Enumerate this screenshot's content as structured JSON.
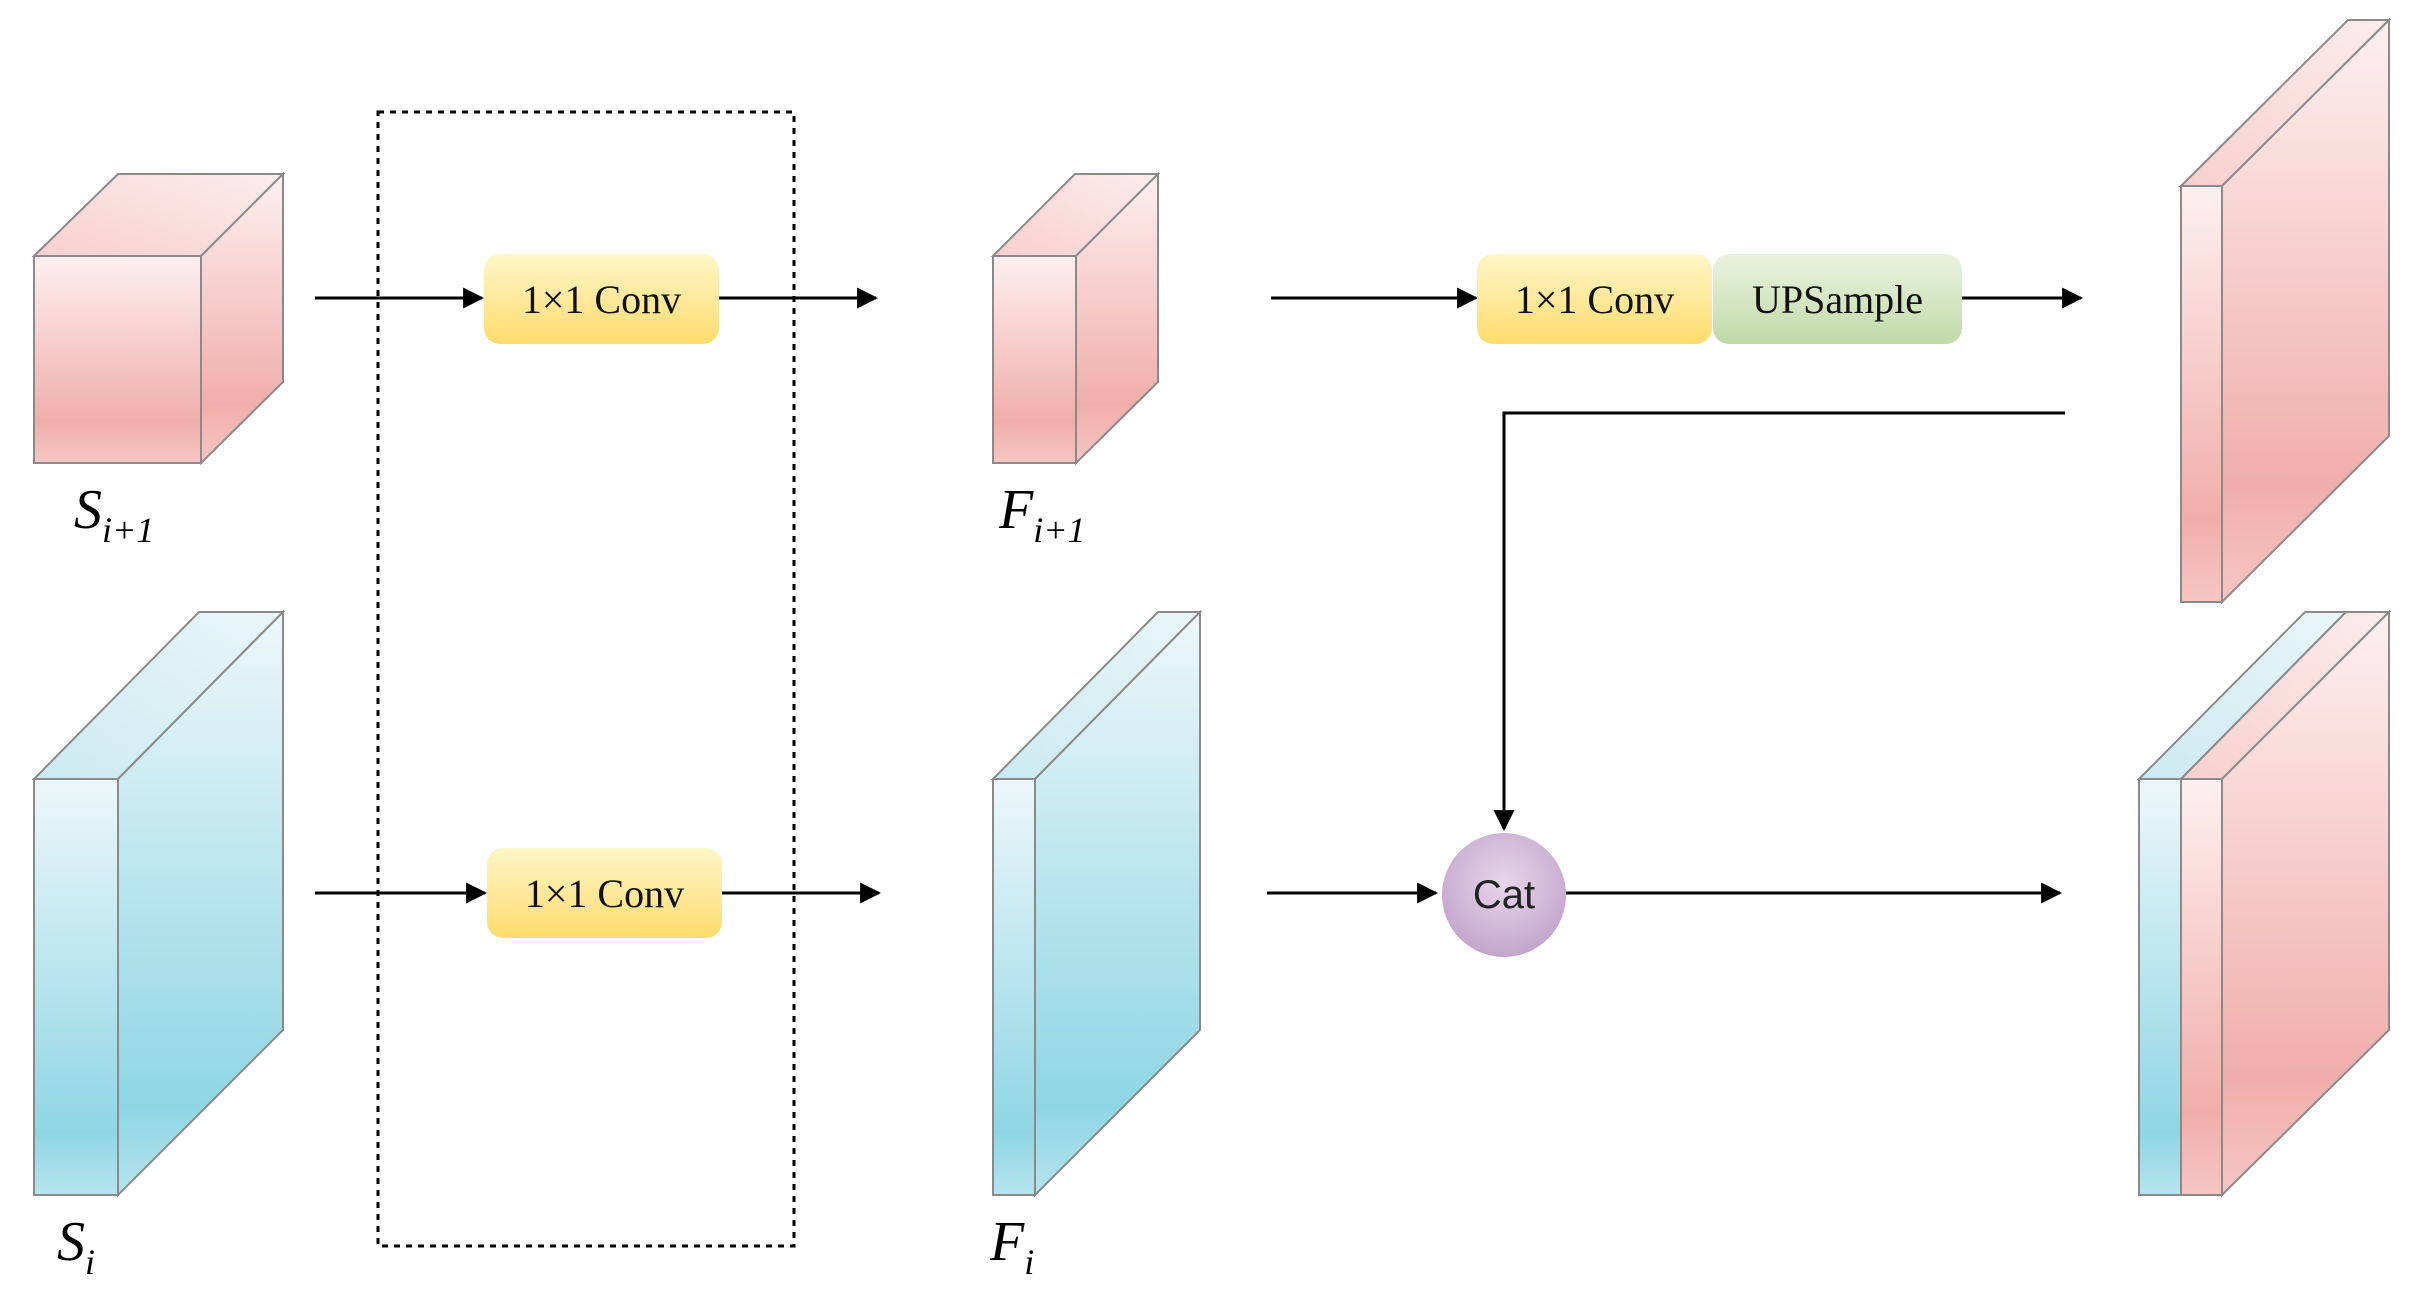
{
  "labels": {
    "s_next": {
      "base": "S",
      "sub": "i+1"
    },
    "s_cur": {
      "base": "S",
      "sub": "i"
    },
    "f_next": {
      "base": "F",
      "sub": "i+1"
    },
    "f_cur": {
      "base": "F",
      "sub": "i"
    }
  },
  "ops": {
    "conv_top": "1×1 Conv",
    "conv_bottom": "1×1 Conv",
    "conv_right": "1×1 Conv",
    "upsample": "UPSample",
    "cat": "Cat"
  },
  "colors": {
    "pink_light": "#fbeaea",
    "pink_dark": "#f0aeaa",
    "blue_light": "#eaf6f9",
    "blue_dark": "#8fd6e4",
    "conv_fill": "#ffe48a",
    "upsample_fill": "#cfe3bb",
    "cat_fill": "#c6a9d0",
    "arrow": "#000000",
    "edge": "#888888"
  }
}
